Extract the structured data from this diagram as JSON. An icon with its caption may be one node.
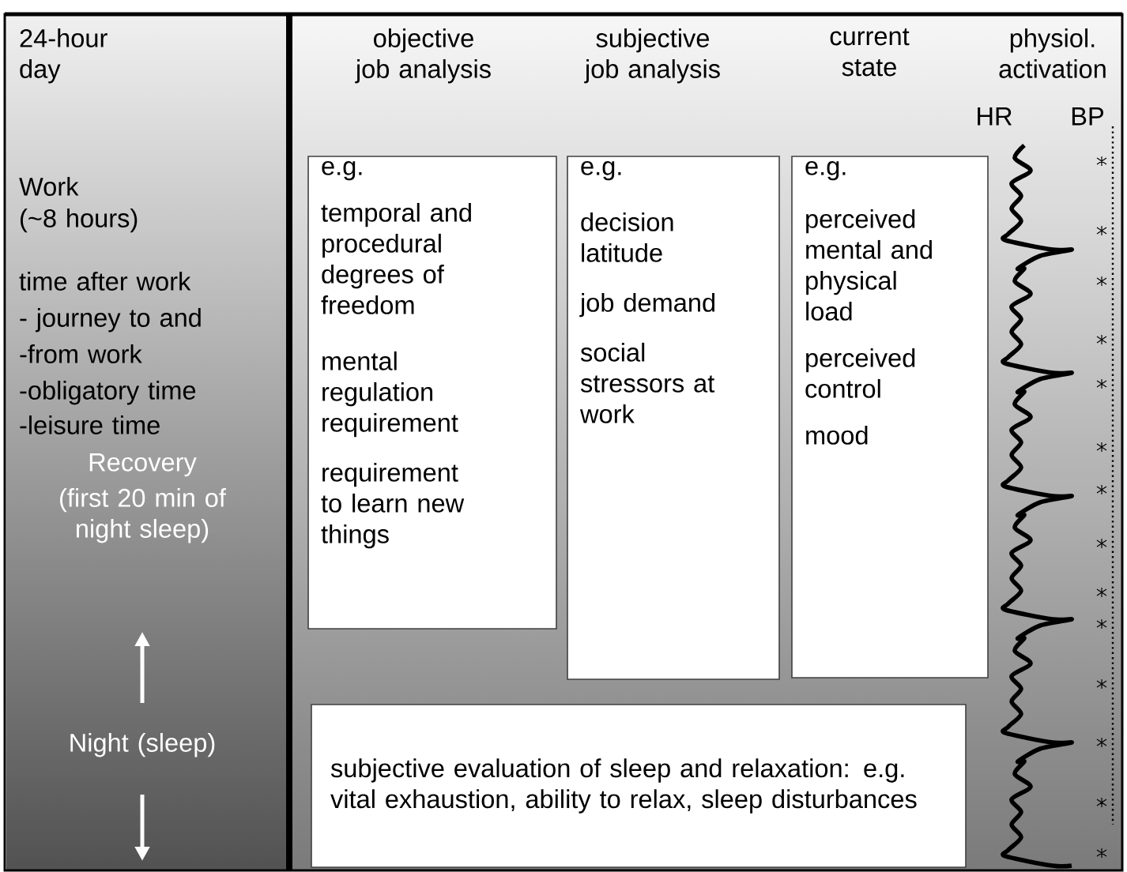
{
  "diagram": {
    "nodes": [
      {
        "text": [
          "24-hour day",
          "Work",
          "(~8 hours)",
          "time after work",
          "- journey to and",
          "-from work",
          "-obligatory time",
          "-leisure time",
          "Recovery",
          "(first 20 min of night sleep)",
          "Night (sleep)"
        ]
      },
      {
        "text": [
          "objective job analysis",
          "subjective job analysis",
          "current state",
          "physiol. activation",
          "HR",
          "BP"
        ]
      },
      {
        "text": [
          "e.g.",
          "temporal and procedural degrees of freedom",
          "mental regulation requirement",
          "requirement to learn new things"
        ],
        "in": 1
      },
      {
        "text": [
          "e.g.",
          "decision latitude",
          "job demand",
          "social stressors at work"
        ],
        "in": 1
      },
      {
        "text": [
          "e.g.",
          "perceived mental and physical load",
          "perceived control",
          "mood"
        ],
        "in": 1
      },
      {
        "text": [
          "subjective evaluation of sleep and relaxation: e.g. vital exhaustion, ability to relax, sleep disturbances"
        ],
        "in": 1
      }
    ]
  }
}
